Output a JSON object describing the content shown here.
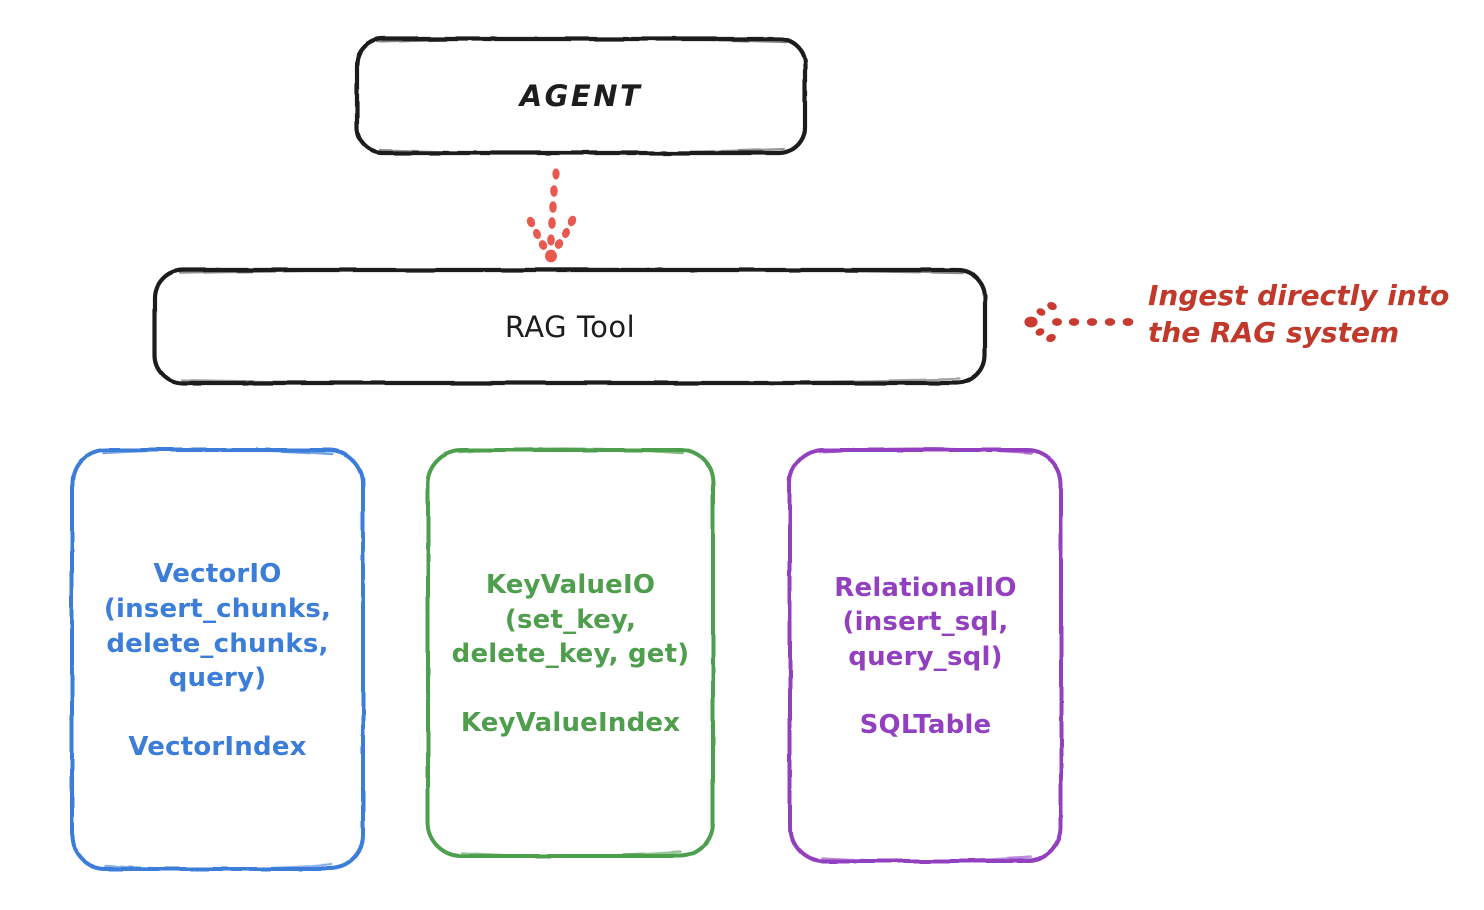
{
  "diagram": {
    "title_node": {
      "id": "agent",
      "label": "AGENT"
    },
    "tool_node": {
      "id": "rag-tool",
      "label": "RAG Tool"
    },
    "annotation": {
      "text": "Ingest directly into\nthe RAG system",
      "color": "#c0392b",
      "arrow": "dotted-arrow-left-icon"
    },
    "flow_arrow": {
      "icon": "dotted-arrow-down-icon",
      "color": "#e8594f",
      "from": "AGENT",
      "to": "RAG Tool"
    },
    "stores": [
      {
        "id": "vectorio",
        "api": "VectorIO\n(insert_chunks,\ndelete_chunks,\nquery)",
        "index": "VectorIndex",
        "color": "#3b7dd8"
      },
      {
        "id": "keyvalueio",
        "api": "KeyValueIO\n(set_key,\ndelete_key, get)",
        "index": "KeyValueIndex",
        "color": "#4e9e4e"
      },
      {
        "id": "relationalio",
        "api": "RelationalIO\n(insert_sql,\nquery_sql)",
        "index": "SQLTable",
        "color": "#9340c0"
      }
    ],
    "palette": {
      "stroke_dark": "#1d1d1d",
      "blue": "#3b7dd8",
      "green": "#4e9e4e",
      "purple": "#9340c0",
      "red_dots": "#e8594f",
      "red_text": "#c0392b",
      "background": "#ffffff"
    }
  }
}
